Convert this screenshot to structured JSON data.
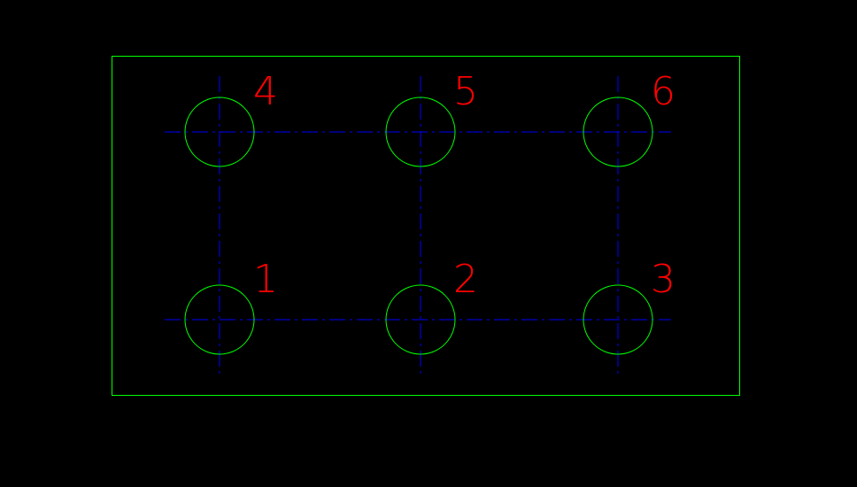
{
  "colors": {
    "background": "#000000",
    "outline": "#00ff00",
    "centerline": "#0000ff",
    "label": "#ff0000"
  },
  "holes": [
    {
      "label": "4"
    },
    {
      "label": "5"
    },
    {
      "label": "6"
    },
    {
      "label": "1"
    },
    {
      "label": "2"
    },
    {
      "label": "3"
    }
  ]
}
